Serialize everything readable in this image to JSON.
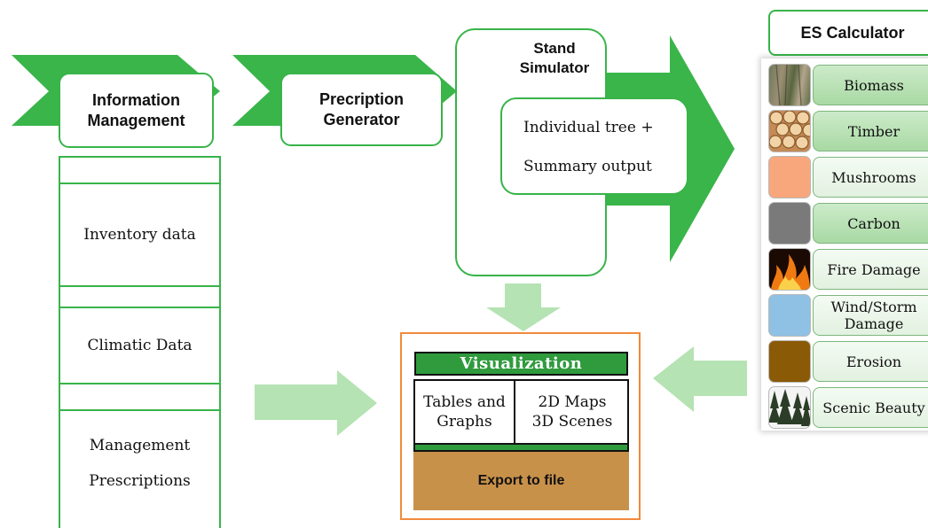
{
  "info_management": {
    "title": "Information Management",
    "rows": [
      "Inventory data",
      "Climatic Data",
      "Management Prescriptions"
    ]
  },
  "prescription_generator": {
    "title": "Precription Generator"
  },
  "stand_simulator": {
    "title": "Stand Simulator",
    "output_line1": "Individual tree +",
    "output_line2": "Summary output"
  },
  "es_calculator": {
    "title": "ES Calculator",
    "items": [
      {
        "label": "Biomass",
        "icon": "biomass-photo-icon"
      },
      {
        "label": "Timber",
        "icon": "timber-logs-icon"
      },
      {
        "label": "Mushrooms",
        "icon": "mushrooms-swatch-icon",
        "color": "#f8a77c"
      },
      {
        "label": "Carbon",
        "icon": "carbon-swatch-icon",
        "color": "#7a7a7a"
      },
      {
        "label": "Fire Damage",
        "icon": "fire-icon"
      },
      {
        "label": "Wind/Storm Damage",
        "icon": "wind-swatch-icon",
        "color": "#8fc1e4"
      },
      {
        "label": "Erosion",
        "icon": "erosion-swatch-icon",
        "color": "#8b5a06"
      },
      {
        "label": "Scenic Beauty",
        "icon": "forest-trees-icon"
      }
    ]
  },
  "visualization": {
    "title": "Visualization",
    "panel_left": "Tables and Graphs",
    "panel_right_line1": "2D Maps",
    "panel_right_line2": "3D Scenes",
    "export": "Export to file"
  },
  "colors": {
    "arrow_green": "#39b54a",
    "arrow_light": "#b5e3b3",
    "border_green": "#38b449",
    "export_tan": "#c8914a",
    "frame_orange": "#f18a3b"
  }
}
